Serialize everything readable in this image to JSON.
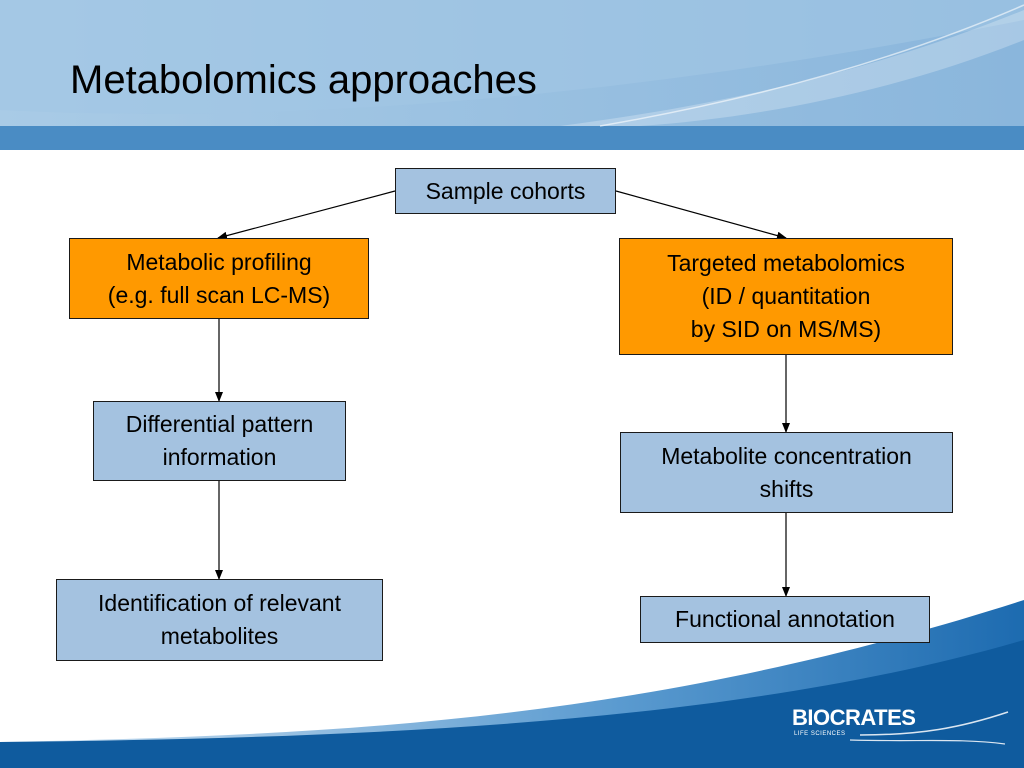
{
  "slide": {
    "title": "Metabolomics approaches"
  },
  "nodes": {
    "sample_cohorts": {
      "lines": [
        "Sample cohorts"
      ]
    },
    "metabolic_profiling": {
      "lines": [
        "Metabolic profiling",
        "(e.g. full scan LC-MS)"
      ]
    },
    "targeted_metabolomics": {
      "lines": [
        "Targeted metabolomics",
        "(ID / quantitation",
        "by SID on MS/MS)"
      ]
    },
    "differential_pattern": {
      "lines": [
        "Differential pattern",
        "information"
      ]
    },
    "metabolite_concentration": {
      "lines": [
        "Metabolite concentration",
        "shifts"
      ]
    },
    "identification": {
      "lines": [
        "Identification of relevant",
        "metabolites"
      ]
    },
    "functional_annotation": {
      "lines": [
        "Functional annotation"
      ]
    }
  },
  "edges": [
    {
      "from": "Sample cohorts",
      "to": "Metabolic profiling"
    },
    {
      "from": "Sample cohorts",
      "to": "Targeted metabolomics"
    },
    {
      "from": "Metabolic profiling",
      "to": "Differential pattern information"
    },
    {
      "from": "Differential pattern information",
      "to": "Identification of relevant metabolites"
    },
    {
      "from": "Targeted metabolomics",
      "to": "Metabolite concentration shifts"
    },
    {
      "from": "Metabolite concentration shifts",
      "to": "Functional annotation"
    }
  ],
  "logo": {
    "name": "BIOCRATES",
    "tagline": "LIFE SCIENCES"
  },
  "colors": {
    "process_box": "#a4c2e0",
    "approach_box": "#ff9900",
    "header_light": "#99bfdf",
    "header_dark": "#4a8cc4",
    "footer_blue": "#0f5b9e"
  }
}
